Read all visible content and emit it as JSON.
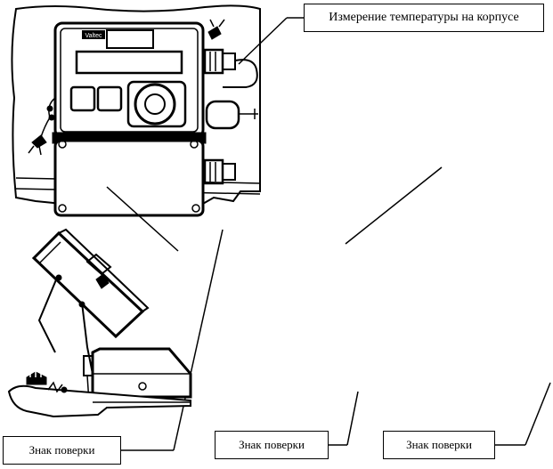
{
  "labels": {
    "housing_temp": "Измерение температуры на корпусе",
    "seal_1": "Знак поверки",
    "seal_2": "Знак поверки",
    "seal_3": "Знак поверки"
  }
}
